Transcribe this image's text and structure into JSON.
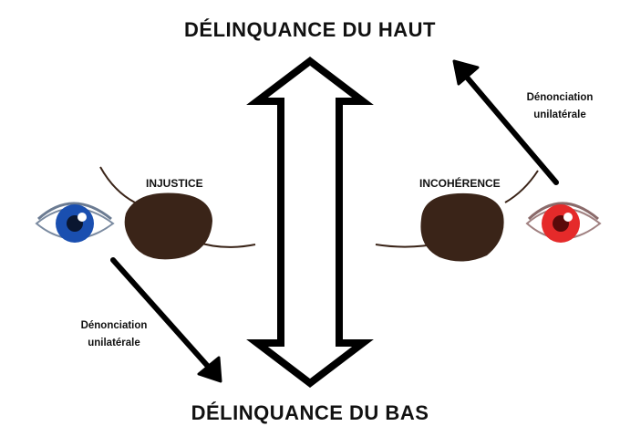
{
  "diagram": {
    "top_label": "DÉLINQUANCE DU HAUT",
    "bottom_label": "DÉLINQUANCE DU BAS",
    "left": {
      "eye_color": "#1a4fb0",
      "patch_label": "INJUSTICE",
      "arrow_label_line1": "Dénonciation",
      "arrow_label_line2": "unilatérale"
    },
    "right": {
      "eye_color": "#e52a2a",
      "patch_label": "INCOHÉRENCE",
      "arrow_label_line1": "Dénonciation",
      "arrow_label_line2": "unilatérale"
    },
    "patch_color": "#3a2418",
    "icons": [
      "eye-icon",
      "eyepatch-icon",
      "double-arrow-icon",
      "arrow-icon"
    ]
  }
}
